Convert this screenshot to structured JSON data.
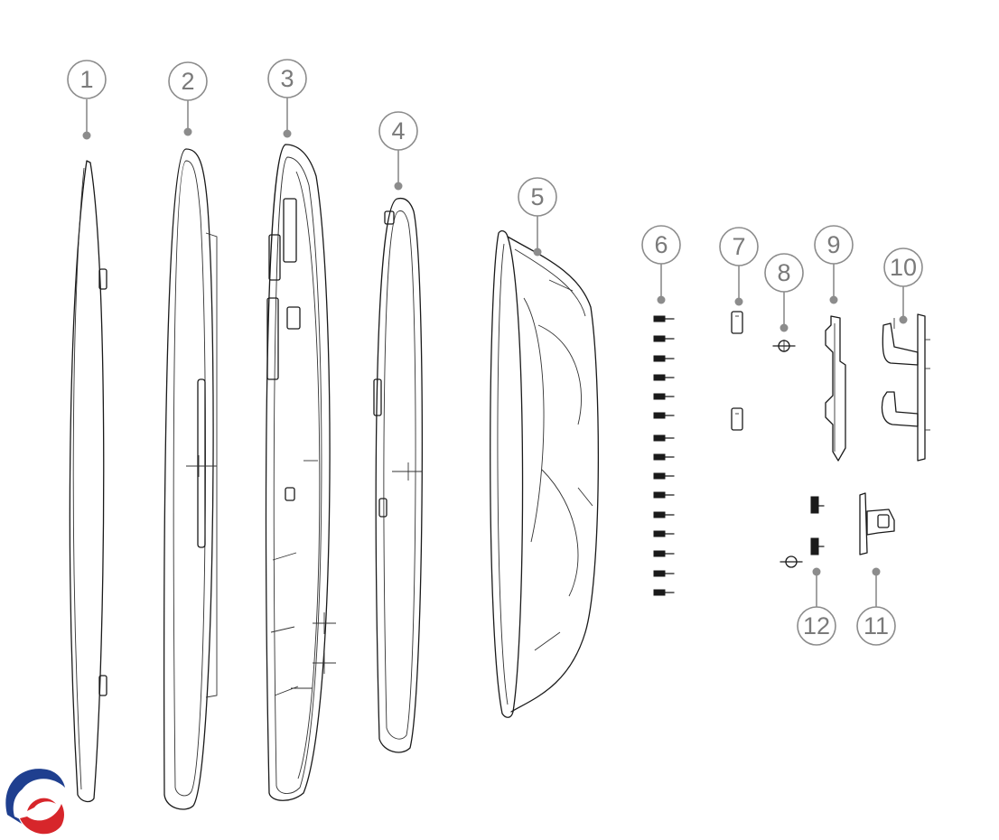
{
  "diagram": {
    "type": "exploded-parts-view",
    "callouts": [
      {
        "label": "1"
      },
      {
        "label": "2"
      },
      {
        "label": "3"
      },
      {
        "label": "4"
      },
      {
        "label": "5"
      },
      {
        "label": "6"
      },
      {
        "label": "7"
      },
      {
        "label": "8"
      },
      {
        "label": "9"
      },
      {
        "label": "10"
      },
      {
        "label": "11"
      },
      {
        "label": "12"
      }
    ],
    "colors": {
      "callout": "#8c8c8c",
      "label_text": "#7a7a7a",
      "line_art": "#1a1a1a",
      "logo_blue": "#1f3f8f",
      "logo_red": "#d7262b"
    }
  }
}
